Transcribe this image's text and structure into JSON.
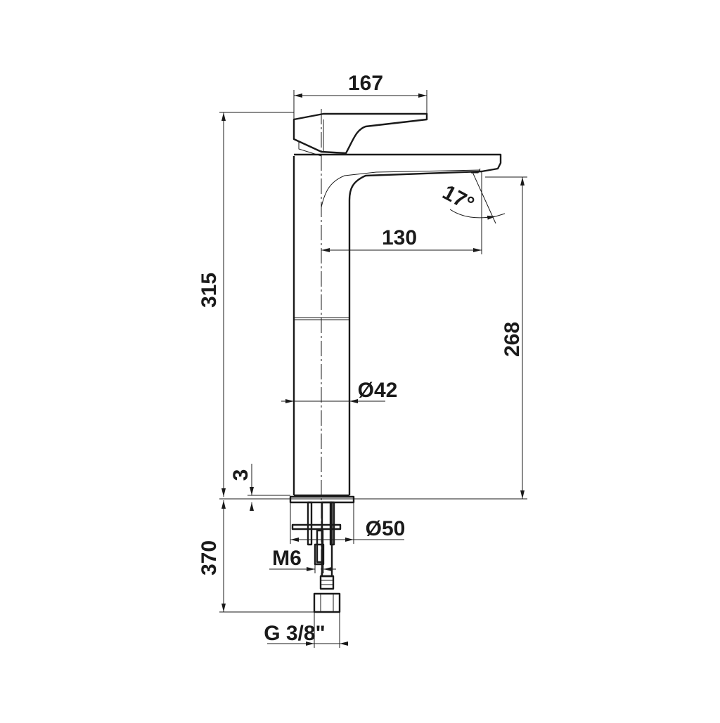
{
  "dimensions": {
    "spout_width": "167",
    "spout_angle": "17°",
    "spout_reach": "130",
    "total_height": "315",
    "outlet_height": "268",
    "body_diameter": "Ø42",
    "base_gap": "3",
    "base_diameter": "Ø50",
    "hose_length": "370",
    "stud_thread": "M6",
    "hose_connection": "G 3/8\""
  },
  "colors": {
    "line": "#1a1a1a",
    "background": "#ffffff"
  }
}
